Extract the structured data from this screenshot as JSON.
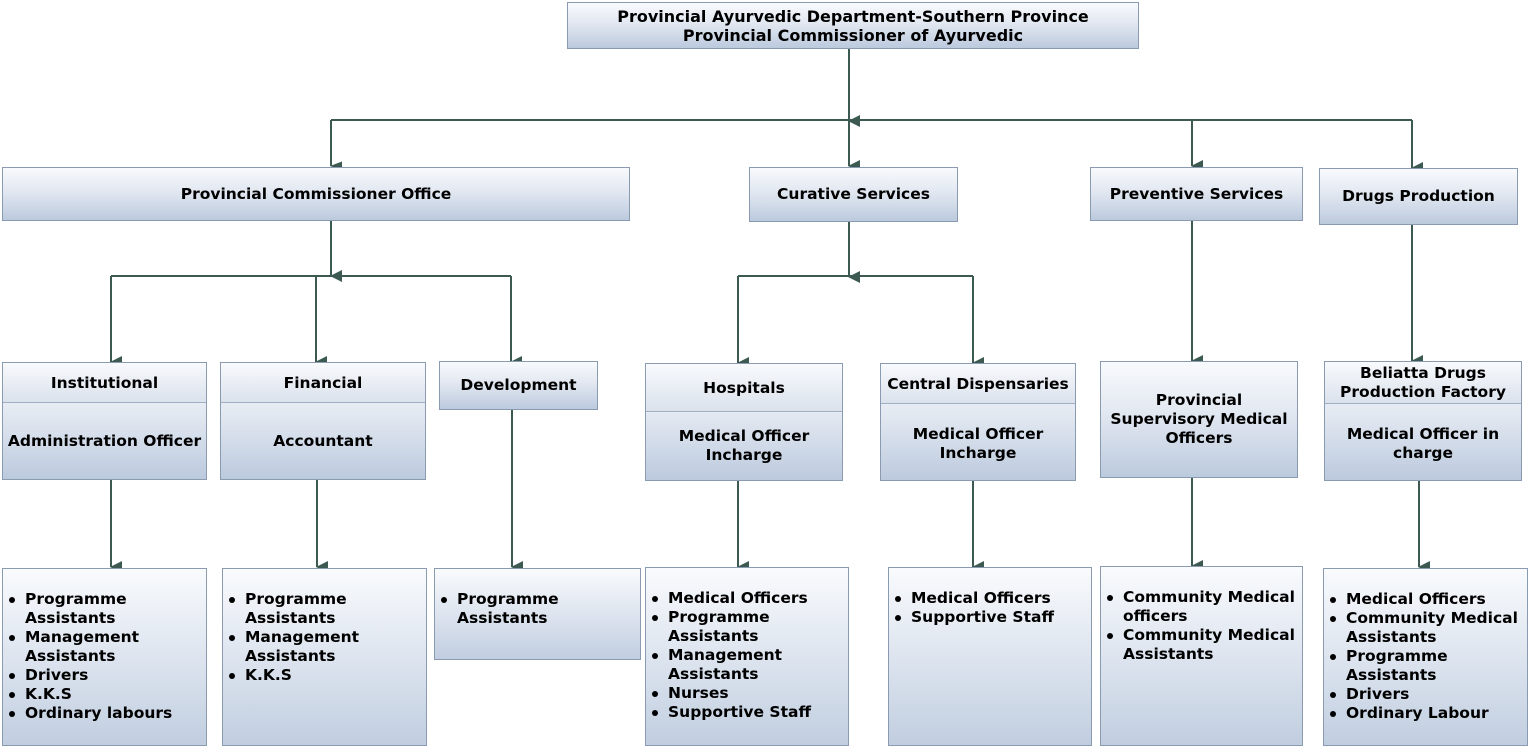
{
  "root": {
    "line1": "Provincial Ayurvedic Department-Southern Province",
    "line2": "Provincial Commissioner of Ayurvedic"
  },
  "level1": {
    "commissioner_office": "Provincial Commissioner Office",
    "curative": "Curative Services",
    "preventive": "Preventive Services",
    "drugs": "Drugs Production"
  },
  "level2": {
    "institutional": {
      "title": "Institutional",
      "role": "Administration Officer"
    },
    "financial": {
      "title": "Financial",
      "role": "Accountant"
    },
    "development": {
      "title": "Development"
    },
    "hospitals": {
      "title": "Hospitals",
      "role_line1": "Medical Officer",
      "role_line2": "Incharge"
    },
    "dispensaries": {
      "title": "Central Dispensaries",
      "role_line1": "Medical Officer",
      "role_line2": "Incharge"
    },
    "supervisory": {
      "line1": "Provincial",
      "line2": "Supervisory Medical",
      "line3": "Officers"
    },
    "factory": {
      "title_line1": "Beliatta Drugs",
      "title_line2": "Production Factory",
      "role_line1": "Medical Officer in",
      "role_line2": "charge"
    }
  },
  "staff": {
    "institutional": [
      "Programme Assistants",
      "Management Assistants",
      "Drivers",
      "K.K.S",
      "Ordinary labours"
    ],
    "financial": [
      "Programme Assistants",
      "Management Assistants",
      "K.K.S"
    ],
    "development": [
      "Programme Assistants"
    ],
    "hospitals": [
      "Medical Officers",
      "Programme Assistants",
      "Management Assistants",
      "Nurses",
      "Supportive Staff"
    ],
    "dispensaries": [
      "Medical Officers",
      "Supportive Staff"
    ],
    "supervisory": [
      "Community Medical officers",
      "Community Medical Assistants"
    ],
    "factory": [
      "Medical Officers",
      "Community Medical Assistants",
      "Programme Assistants",
      "Drivers",
      "Ordinary Labour"
    ]
  }
}
